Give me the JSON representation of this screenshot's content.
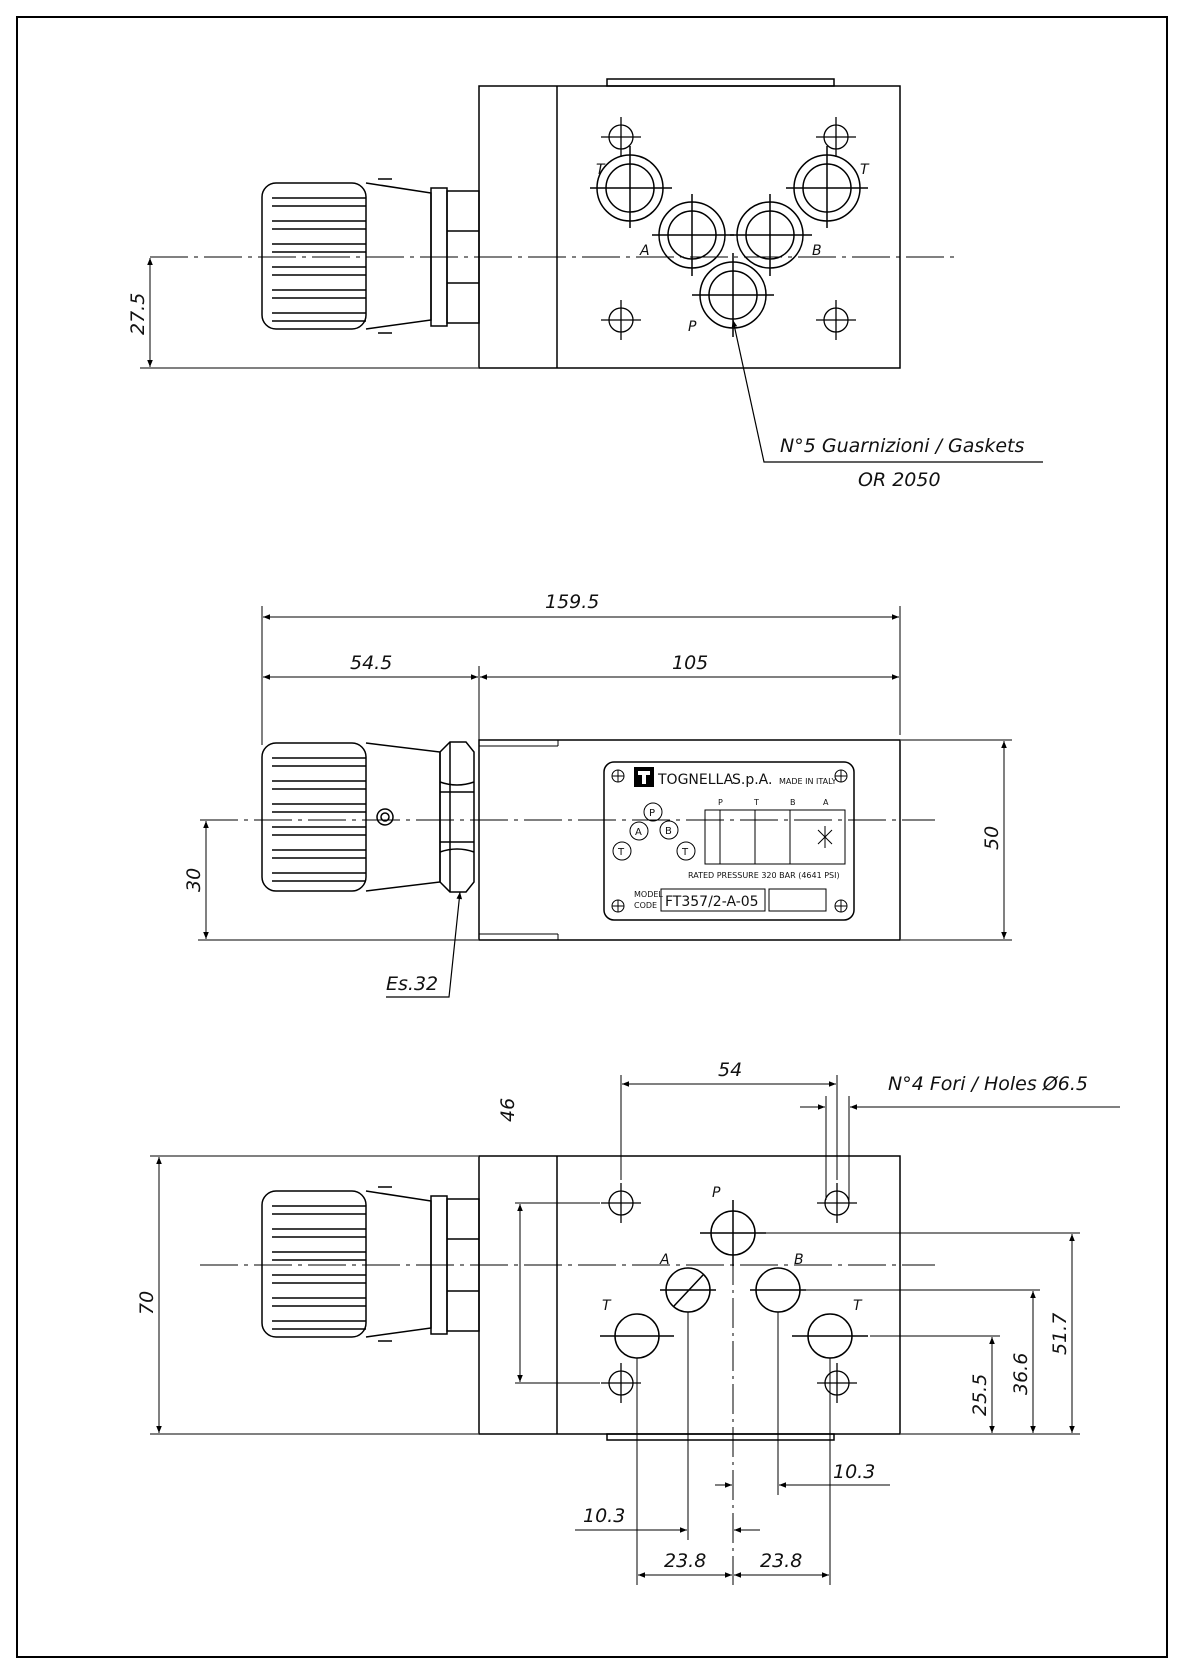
{
  "top_view": {
    "port_labels": {
      "t_left": "T",
      "t_right": "T",
      "a": "A",
      "b": "B",
      "p": "P"
    },
    "dimension": "27.5",
    "note_line1": "N°5 Guarnizioni / Gaskets",
    "note_line2": "OR 2050"
  },
  "side_view": {
    "dim_overall": "159.5",
    "dim_knob": "54.5",
    "dim_body": "105",
    "dim_height": "50",
    "dim_axis": "30",
    "wrench": "Es.32",
    "plate": {
      "brand": "TOGNELLA",
      "company_suffix": "S.p.A.",
      "made_in": "MADE IN ITALY",
      "sym_p": "P",
      "sym_a": "A",
      "sym_b": "B",
      "sym_t1": "T",
      "sym_t2": "T",
      "col_p": "P",
      "col_t": "T",
      "col_b": "B",
      "col_a": "A",
      "rated": "RATED PRESSURE 320 BAR (4641 PSI)",
      "model_label_1": "MODEL",
      "model_label_2": "CODE",
      "model_value": "FT357/2-A-05"
    }
  },
  "bottom_view": {
    "dim_holes_x": "54",
    "note_holes": "N°4 Fori / Holes Ø6.5",
    "dim_46": "46",
    "dim_70": "70",
    "dim_51_7": "51.7",
    "dim_36_6": "36.6",
    "dim_25_5": "25.5",
    "dim_10_3_right": "10.3",
    "dim_10_3_left": "10.3",
    "dim_23_8_left": "23.8",
    "dim_23_8_right": "23.8",
    "port_labels": {
      "p": "P",
      "a": "A",
      "b": "B",
      "t_left": "T",
      "t_right": "T"
    }
  }
}
